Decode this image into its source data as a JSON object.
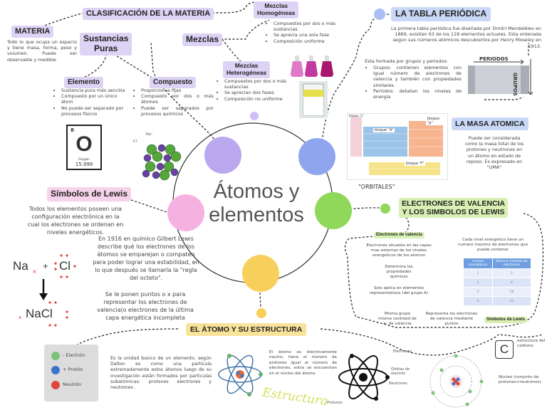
{
  "main": {
    "title_line1": "Átomos y",
    "title_line2": "elementos"
  },
  "clasificacion": {
    "title": "CLASIFICACIÓN DE LA MATERIA",
    "materia": {
      "label": "MATERIA",
      "text": "Todo lo que ocupa un espacio y tiene masa, forma, peso y volumen. Puede ser observable y medible"
    },
    "sustancias": {
      "label_line1": "Sustancias",
      "label_line2": "Puras"
    },
    "mezclas": {
      "label": "Mezclas"
    },
    "elemento": {
      "label": "Elemento",
      "items": [
        "Sustancia pura más sencilla",
        "Compuesto por un único átom",
        "No puede ser separado por procesos físicos"
      ]
    },
    "compuesto": {
      "label": "Compuesto",
      "items": [
        "Proporciones fijas",
        "Compuesto por dos o más átomos",
        "Puede ser separados por procesos químicos"
      ]
    },
    "oxygen_card": {
      "number": "8",
      "symbol": "O",
      "name": "Oxygen",
      "mass": "15.999"
    },
    "nacl_labels": {
      "na": "Na⁺",
      "cl": "Cl⁻"
    },
    "homogeneas": {
      "label_line1": "Mezclas",
      "label_line2": "Homogéneas",
      "items": [
        "Compuestos por dos o más sustancias",
        "Se aprecia una sola fase",
        "Composición uniforme"
      ]
    },
    "heterogeneas": {
      "label_line1": "Mezclas",
      "label_line2": "Heterogéneas",
      "items": [
        "Compuestos por dos o más sustancias",
        "Se aprecian dos fases",
        "Composición no uniforme"
      ]
    }
  },
  "tabla": {
    "title": "LA TABLA PERIÓDICA",
    "paragraph": "La primera tabla periódica fue diseñada por Dmitri Mendeléiev en 1869, existían 63 de los 118 elementos actuales. Esta ordenada según sus números atómicos descubiertos por Henry Moseley en 1913.",
    "intro": "Esta formada por grupos y periodos:",
    "items": [
      "Grupos: contienen elementos con igual número de electrones de valencia y también con propiedades similares.",
      "Periodos: detallan los niveles de energía"
    ],
    "diagram": {
      "periodos": "PERIODOS",
      "grupos": "GRUPOS"
    },
    "blocks": {
      "s": "bloque \"s\"",
      "d": "bloque \"d\"",
      "p": "bloque \"p\"",
      "f": "bloque \"f\""
    },
    "orbitales": "\"ORBITALES\""
  },
  "masa": {
    "title": "LA MASA ATOMICA",
    "text": "Puede ser considerada como la masa total de los protones y neutrones en un átomo en estado de reposo. Es expresado en \"UMA\""
  },
  "lewis": {
    "title": "Símbolos de Lewis",
    "text1": "Todos los elementos poseen una configuración electrónica en la cual los electrones se ordenan en niveles energéticos.",
    "text2": "En 1916 en químico Gilbert Lewis describe qué los electrones de los átomos se emparejan o compaten para poder lograr una estabilidad, en lo que después se llamaría la \"regla del octeto\".",
    "text3": "Se le ponen puntos o x para representar los electrones de valencia(o electrones de la última capa energética incompleta",
    "na": "Na",
    "plus": "+",
    "cl": "Cl",
    "nacl": "NaCl"
  },
  "valencia": {
    "title_line1": "ELECTRONES DE VALENCIA",
    "title_line2": "Y LOS SIMBOLOS DE LEWIS",
    "sub_label": "Electrones de valencia",
    "items": [
      "Electrones situados en las capas mas externas de los niveles energeticos de los atomos",
      "Determina las propiedades quimicas",
      "Solo aplica en elementos representativos (del grupo A)"
    ],
    "right_text": "Cada nivel energetico tiene un numero maximo de electrones que puede contener",
    "table": {
      "headers": [
        "niveles energéticos",
        "Número máximo de electrones"
      ],
      "rows": [
        [
          "1",
          "2"
        ],
        [
          "2",
          "8"
        ],
        [
          "3",
          "18"
        ],
        [
          "4",
          "32"
        ]
      ]
    },
    "bottom_left": "Misma grupo misma cantidad de e- de valencia",
    "bottom_right": "Representa los electrones de valencia mediante puntos",
    "simbolos_label": "Simbolos de Lewis"
  },
  "atomo": {
    "title": "EL ÀTOMO Y SU ESTRUCTURA",
    "legend": {
      "electron": "- Electrón",
      "proton": "+ Protón",
      "neutron": "Neutrón"
    },
    "legend_colors": {
      "electron": "#7ac27a",
      "proton": "#3c74c8",
      "neutron": "#e0453a"
    },
    "paragraph": "Es la unidad basico de un elemento. según Dalton es como una partícula extremadamente estos átomos luego de su investigación están formados por particulas subatómicas: protones electrones y neutrones .",
    "paragraph2": "El átomo es électricamente neutro; tiene el número de protones igual al número de electrones, estos se encuentran en el núcleo del átomo.",
    "labels": {
      "electrones": "Electrones",
      "orbitales": "Órbitas de electrón",
      "neutrones": "Neutrones",
      "protones": "Protones",
      "estructura": "Estructura"
    },
    "carbon": {
      "symbol": "C",
      "label": "estructura del carbono",
      "nucleo": "Núcleo (conjunto de protones+neutrones)"
    }
  },
  "colors": {
    "lavender": "#b9a8ee",
    "blue": "#8fa6ee",
    "pink": "#f5b2e0",
    "green": "#8fd85a",
    "yellow": "#f7d05c",
    "lightblue": "#aabff5"
  }
}
